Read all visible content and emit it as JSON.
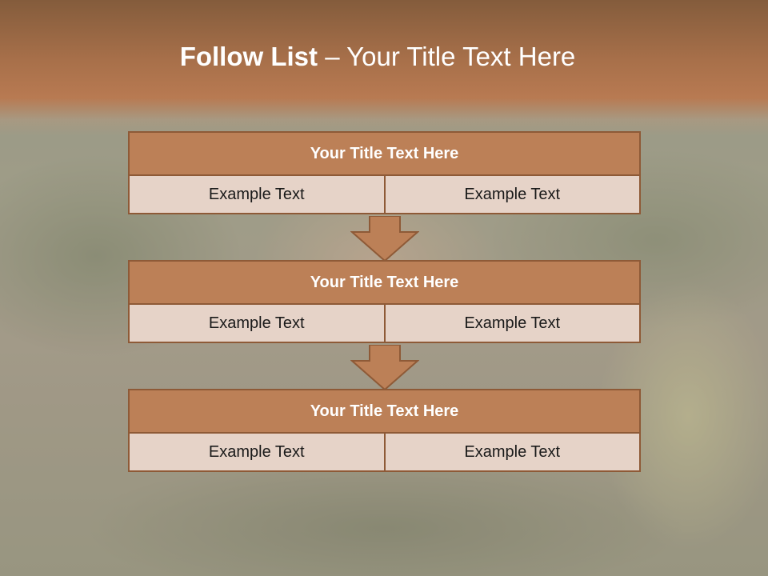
{
  "slide": {
    "title_bold": "Follow List",
    "title_rest": " – Your Title Text Here"
  },
  "blocks": [
    {
      "title": "Your Title Text Here",
      "left": "Example Text",
      "right": "Example Text"
    },
    {
      "title": "Your Title Text Here",
      "left": "Example Text",
      "right": "Example Text"
    },
    {
      "title": "Your Title Text Here",
      "left": "Example Text",
      "right": "Example Text"
    }
  ],
  "colors": {
    "header_band": "#a8704a",
    "block_title_fill": "#bc8057",
    "block_border": "#8e5a37",
    "cell_fill": "#e6d3c8",
    "arrow_fill": "#bc8057"
  }
}
